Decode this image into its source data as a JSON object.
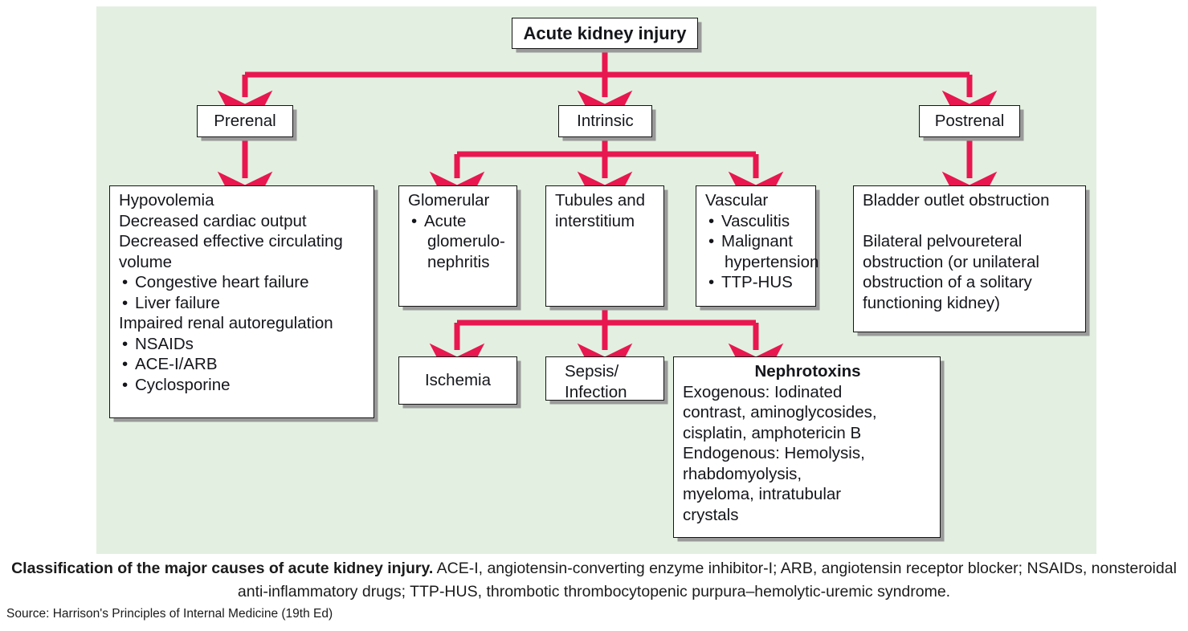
{
  "colors": {
    "panel_bg": "#e3f0e1",
    "arrow": "#e8174f",
    "box_border": "#141414",
    "box_fill": "#ffffff",
    "shadow": "#9a9a9a",
    "text": "#15161b"
  },
  "diagram": {
    "root": {
      "label": "Acute kidney injury"
    },
    "branches": [
      {
        "label": "Prerenal"
      },
      {
        "label": "Intrinsic"
      },
      {
        "label": "Postrenal"
      }
    ],
    "prerenal_detail": {
      "lines": [
        "Hypovolemia",
        "Decreased cardiac output",
        "Decreased effective circulating",
        "volume"
      ],
      "bullets_1": [
        "Congestive heart failure",
        "Liver failure"
      ],
      "line_mid": "Impaired renal autoregulation",
      "bullets_2": [
        "NSAIDs",
        "ACE-I/ARB",
        "Cyclosporine"
      ]
    },
    "intrinsic_children": [
      {
        "title": "Glomerular",
        "bullets": [
          "Acute"
        ],
        "cont": [
          "glomerulo-",
          "nephritis"
        ]
      },
      {
        "title_line1": "Tubules and",
        "title_line2": "interstitium"
      },
      {
        "title": "Vascular",
        "bullets": [
          "Vasculitis",
          "Malignant",
          "TTP-HUS"
        ],
        "cont": [
          "hypertension"
        ]
      }
    ],
    "tubules_children": [
      {
        "label": "Ischemia"
      },
      {
        "label_line1": "Sepsis/",
        "label_line2": "Infection"
      }
    ],
    "nephrotoxins": {
      "title": "Nephrotoxins",
      "lines": [
        "Exogenous: Iodinated",
        "contrast, aminoglycosides,",
        "cisplatin, amphotericin B",
        "Endogenous: Hemolysis,",
        "rhabdomyolysis,",
        "myeloma, intratubular",
        "crystals"
      ]
    },
    "postrenal_detail": {
      "line_first": "Bladder outlet obstruction",
      "lines": [
        "Bilateral pelvoureteral",
        "obstruction (or unilateral",
        "obstruction of a solitary",
        "functioning kidney)"
      ]
    }
  },
  "caption": {
    "bold": "Classification of the major causes of acute kidney injury.",
    "rest": " ACE-I, angiotensin-converting enzyme inhibitor-I; ARB, angiotensin receptor blocker; NSAIDs, nonsteroidal anti-inflammatory drugs; TTP-HUS, thrombotic thrombocytopenic purpura–hemolytic-uremic syndrome.",
    "source": "Source: Harrison's Principles of Internal Medicine (19th Ed)"
  }
}
